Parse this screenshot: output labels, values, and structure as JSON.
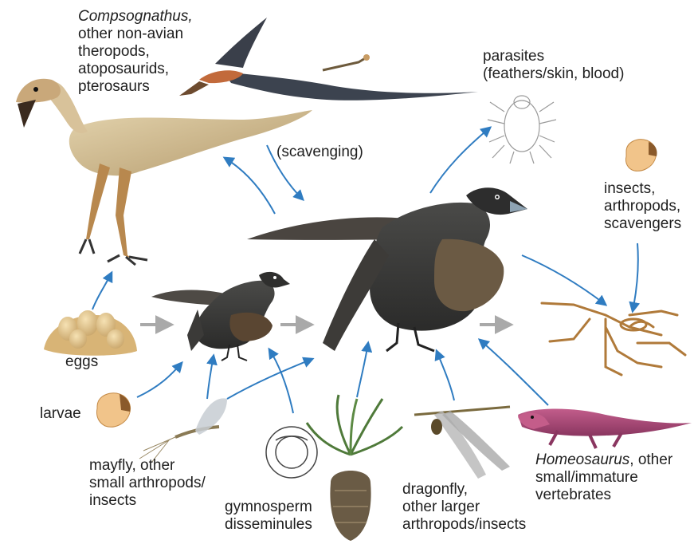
{
  "labels": {
    "predators": {
      "line1_italic": "Compsognathus,",
      "line2": "other non-avian",
      "line3": "theropods,",
      "line4": "atoposaurids,",
      "line5": "pterosaurs"
    },
    "scavenging": "(scavenging)",
    "parasites": {
      "line1": "parasites",
      "line2": "(feathers/skin, blood)"
    },
    "decomposers": {
      "line1": "insects,",
      "line2": "arthropods,",
      "line3": "scavengers"
    },
    "eggs": "eggs",
    "larvae": "larvae",
    "mayfly": {
      "line1": "mayfly, other",
      "line2": "small arthropods/",
      "line3": "insects"
    },
    "gymnosperm": {
      "line1": "gymnosperm",
      "line2": "disseminules"
    },
    "dragonfly": {
      "line1": "dragonfly,",
      "line2": "other larger",
      "line3": "arthropods/insects"
    },
    "vertebrates": {
      "line1_italic": "Homeosaurus",
      "line1_rest": ", other",
      "line2": "small/immature",
      "line3": "vertebrates"
    }
  },
  "colors": {
    "feeding_arrow": "#2f7cc1",
    "growth_arrow": "#a9a9a9",
    "skeleton": "#b07a3a",
    "larva": "#f1c48a",
    "lizard": "#b04a78"
  },
  "icons": {
    "predator": "theropod-dinosaur-icon",
    "pterosaur": "pterosaur-icon",
    "juvenile": "juvenile-bird-icon",
    "adult": "adult-archaeopteryx-icon",
    "carcass": "skeleton-icon",
    "parasite": "mite-icon",
    "egg": "eggs-icon",
    "larva": "larva-icon",
    "mayfly": "mayfly-icon",
    "seed": "seed-icon",
    "cycad": "cycad-plant-icon",
    "dragonfly": "dragonfly-icon",
    "lizard": "lizard-icon"
  }
}
